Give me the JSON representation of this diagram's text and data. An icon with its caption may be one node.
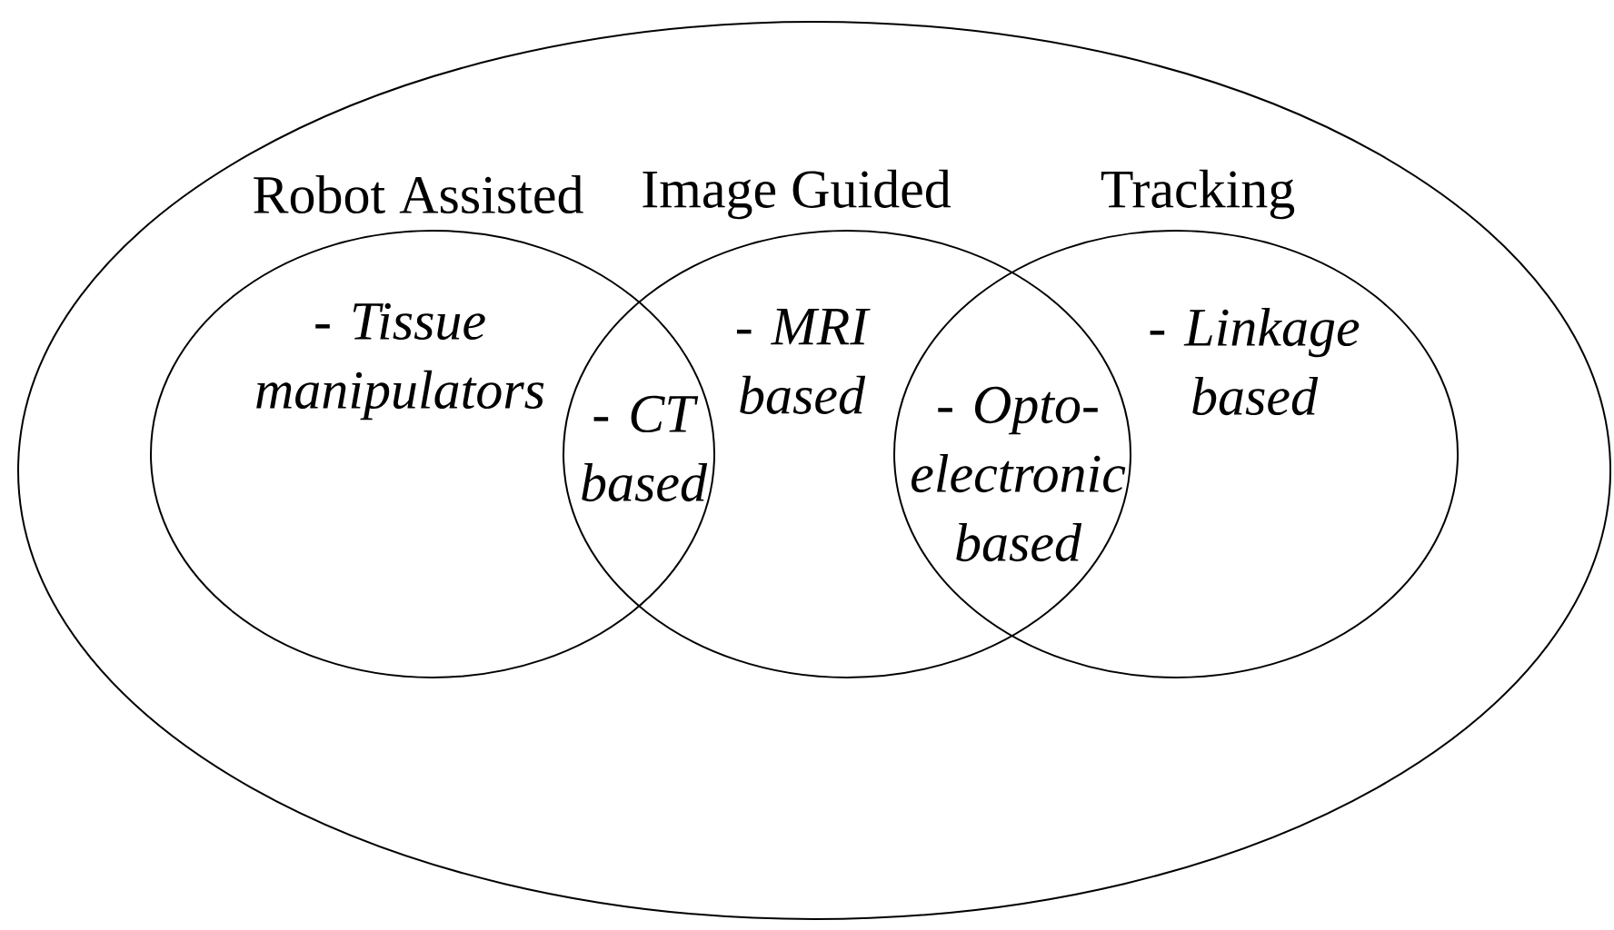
{
  "diagram": {
    "nodes": [
      {
        "text": [],
        "shape": "ellipse"
      },
      {
        "text": [
          "Robot Assisted",
          "- Tissue manipulators"
        ],
        "in": 0
      },
      {
        "text": [
          "Image Guided",
          "- MRI based"
        ],
        "in": 0
      },
      {
        "text": [
          "Tracking",
          "- Linkage based"
        ],
        "in": 0
      }
    ],
    "labels": [
      "- CT based",
      "- Opto- electronic based"
    ]
  }
}
